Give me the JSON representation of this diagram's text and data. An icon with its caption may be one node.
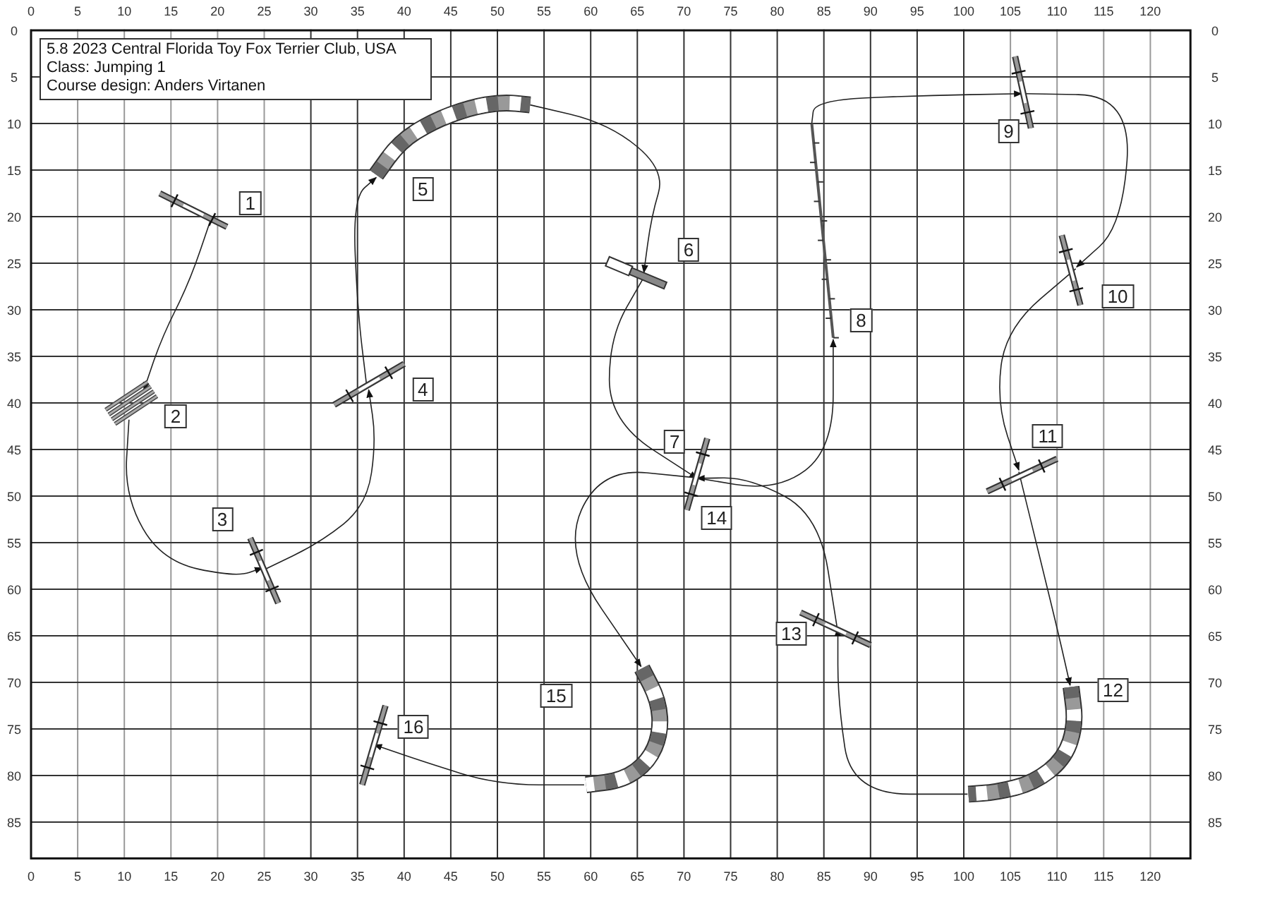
{
  "diagram": {
    "nodes": [
      {
        "text": [],
        "shape": "bar",
        "beside": [
          "1"
        ]
      },
      {
        "text": [],
        "shape": "bar",
        "beside": [
          "2"
        ]
      },
      {
        "text": [],
        "shape": "bar",
        "beside": [
          "3"
        ]
      },
      {
        "text": [],
        "shape": "bar",
        "beside": [
          "4"
        ]
      },
      {
        "text": [],
        "shape": "tunnel",
        "beside": [
          "5"
        ]
      },
      {
        "text": [],
        "shape": "box",
        "beside": [
          "6"
        ]
      },
      {
        "text": [],
        "shape": "bar",
        "beside": [
          "7",
          "14"
        ]
      },
      {
        "text": [],
        "shape": "bar",
        "beside": [
          "8"
        ]
      },
      {
        "text": [],
        "shape": "bar",
        "beside": [
          "9"
        ]
      },
      {
        "text": [],
        "shape": "bar",
        "beside": [
          "10"
        ]
      },
      {
        "text": [],
        "shape": "bar",
        "beside": [
          "11"
        ]
      },
      {
        "text": [],
        "shape": "tunnel",
        "beside": [
          "12"
        ]
      },
      {
        "text": [],
        "shape": "bar",
        "beside": [
          "13"
        ]
      },
      {
        "text": [],
        "shape": "tunnel",
        "beside": [
          "15"
        ]
      },
      {
        "text": [],
        "shape": "bar",
        "beside": [
          "16"
        ]
      }
    ],
    "edges": [
      {
        "from": 0,
        "to": 1,
        "arrow": "to"
      },
      {
        "from": 1,
        "to": 2,
        "arrow": "to"
      },
      {
        "from": 2,
        "to": 3,
        "arrow": "to"
      },
      {
        "from": 3,
        "to": 4,
        "arrow": "to"
      },
      {
        "from": 4,
        "to": 5,
        "arrow": "to"
      },
      {
        "from": 5,
        "to": 6,
        "arrow": "to"
      },
      {
        "from": 6,
        "to": 7,
        "arrow": "to"
      },
      {
        "from": 7,
        "to": 8,
        "arrow": "to"
      },
      {
        "from": 8,
        "to": 9,
        "arrow": "to"
      },
      {
        "from": 9,
        "to": 10,
        "arrow": "to"
      },
      {
        "from": 10,
        "to": 11,
        "arrow": "to"
      },
      {
        "from": 11,
        "to": 12,
        "arrow": "to"
      },
      {
        "from": 12,
        "to": 6,
        "arrow": "to"
      },
      {
        "from": 6,
        "to": 13,
        "arrow": "to"
      },
      {
        "from": 13,
        "to": 14,
        "arrow": "to"
      }
    ],
    "labels": [
      "5.8 2023 Central Florida Toy Fox Terrier Club, USA",
      "Class: Jumping 1",
      "Course design: Anders Virtanen",
      "0",
      "5",
      "10",
      "15",
      "20",
      "25",
      "30",
      "35",
      "40",
      "45",
      "50",
      "55",
      "60",
      "65",
      "70",
      "75",
      "80",
      "85",
      "90",
      "95",
      "100",
      "105",
      "110",
      "115",
      "120",
      "0",
      "0",
      "5",
      "5",
      "10",
      "10",
      "15",
      "15",
      "20",
      "20",
      "25",
      "25",
      "30",
      "30",
      "35",
      "35",
      "40",
      "40",
      "45",
      "45",
      "50",
      "50",
      "55",
      "55",
      "60",
      "60",
      "65",
      "65",
      "70",
      "70",
      "75",
      "75",
      "80",
      "80",
      "85",
      "85",
      "0",
      "5",
      "10",
      "15",
      "20",
      "25",
      "30",
      "35",
      "40",
      "45",
      "50",
      "55",
      "60",
      "65",
      "70",
      "75",
      "80",
      "85",
      "90",
      "95",
      "100",
      "105",
      "110",
      "115",
      "120"
    ]
  }
}
